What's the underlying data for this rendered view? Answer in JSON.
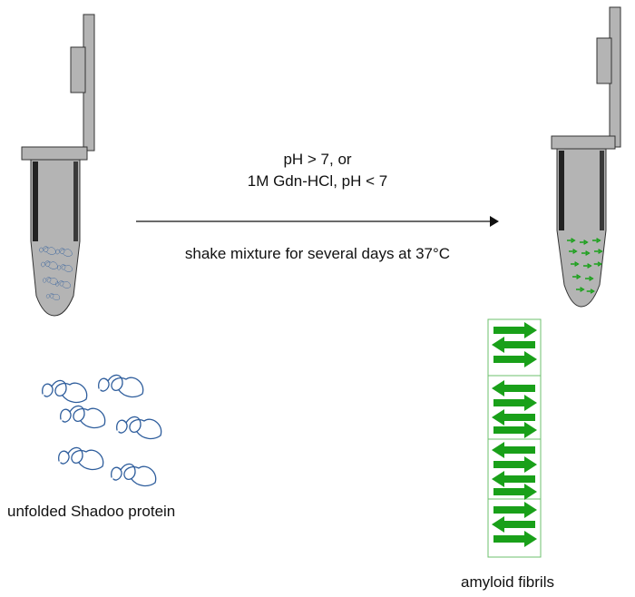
{
  "conditions": {
    "line1": "pH > 7, or",
    "line2": "1M Gdn-HCl, pH < 7"
  },
  "process": "shake mixture for several days at 37°C",
  "labels": {
    "unfolded": "unfolded Shadoo protein",
    "fibrils": "amyloid fibrils"
  },
  "colors": {
    "tube_fill": "#b4b4b4",
    "tube_outline": "#333333",
    "protein": "#2e5d9c",
    "fibril": "#19a019"
  },
  "icons": {
    "tube_left": "microcentrifuge-tube-icon",
    "tube_right": "microcentrifuge-tube-icon",
    "arrow": "process-arrow-icon",
    "protein": "unfolded-protein-icon",
    "fibril": "beta-sheet-arrow-icon"
  }
}
